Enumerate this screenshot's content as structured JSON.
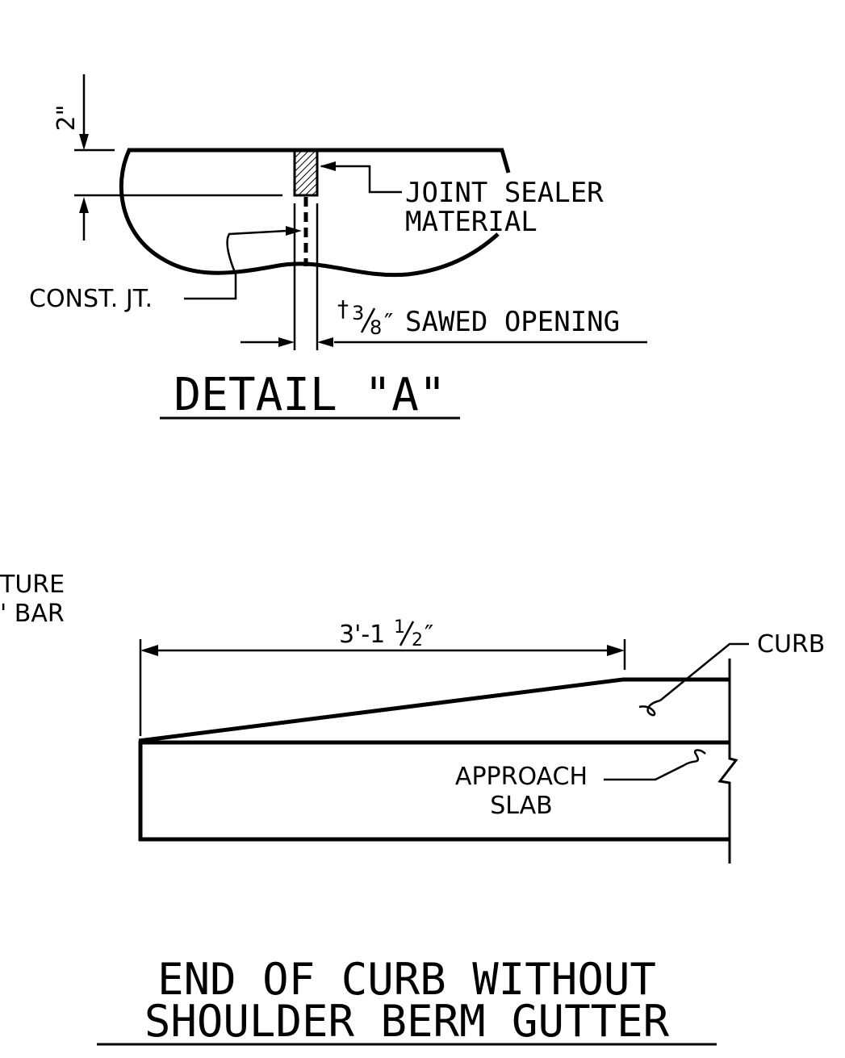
{
  "detail_a": {
    "dim_top": "2\"",
    "joint_sealer_line1": "JOINT SEALER",
    "joint_sealer_line2": "MATERIAL",
    "const_jt": "CONST. JT.",
    "dagger": "†",
    "fraction_num": "3",
    "fraction_den": "8",
    "inch_mark": "″",
    "sawed_opening": "SAWED OPENING",
    "title": "DETAIL \"A\""
  },
  "left_fragment": {
    "line1": "TURE",
    "line2": "' BAR"
  },
  "end_of_curb": {
    "dim_prefix": "3'-1",
    "dim_num": "1",
    "dim_den": "2",
    "dim_suffix": "″",
    "curb_label": "CURB",
    "approach_line1": "APPROACH",
    "approach_line2": "SLAB",
    "title_line1": "END OF CURB WITHOUT",
    "title_line2": "SHOULDER BERM GUTTER"
  },
  "colors": {
    "ink": "#000000",
    "paper": "#ffffff"
  }
}
